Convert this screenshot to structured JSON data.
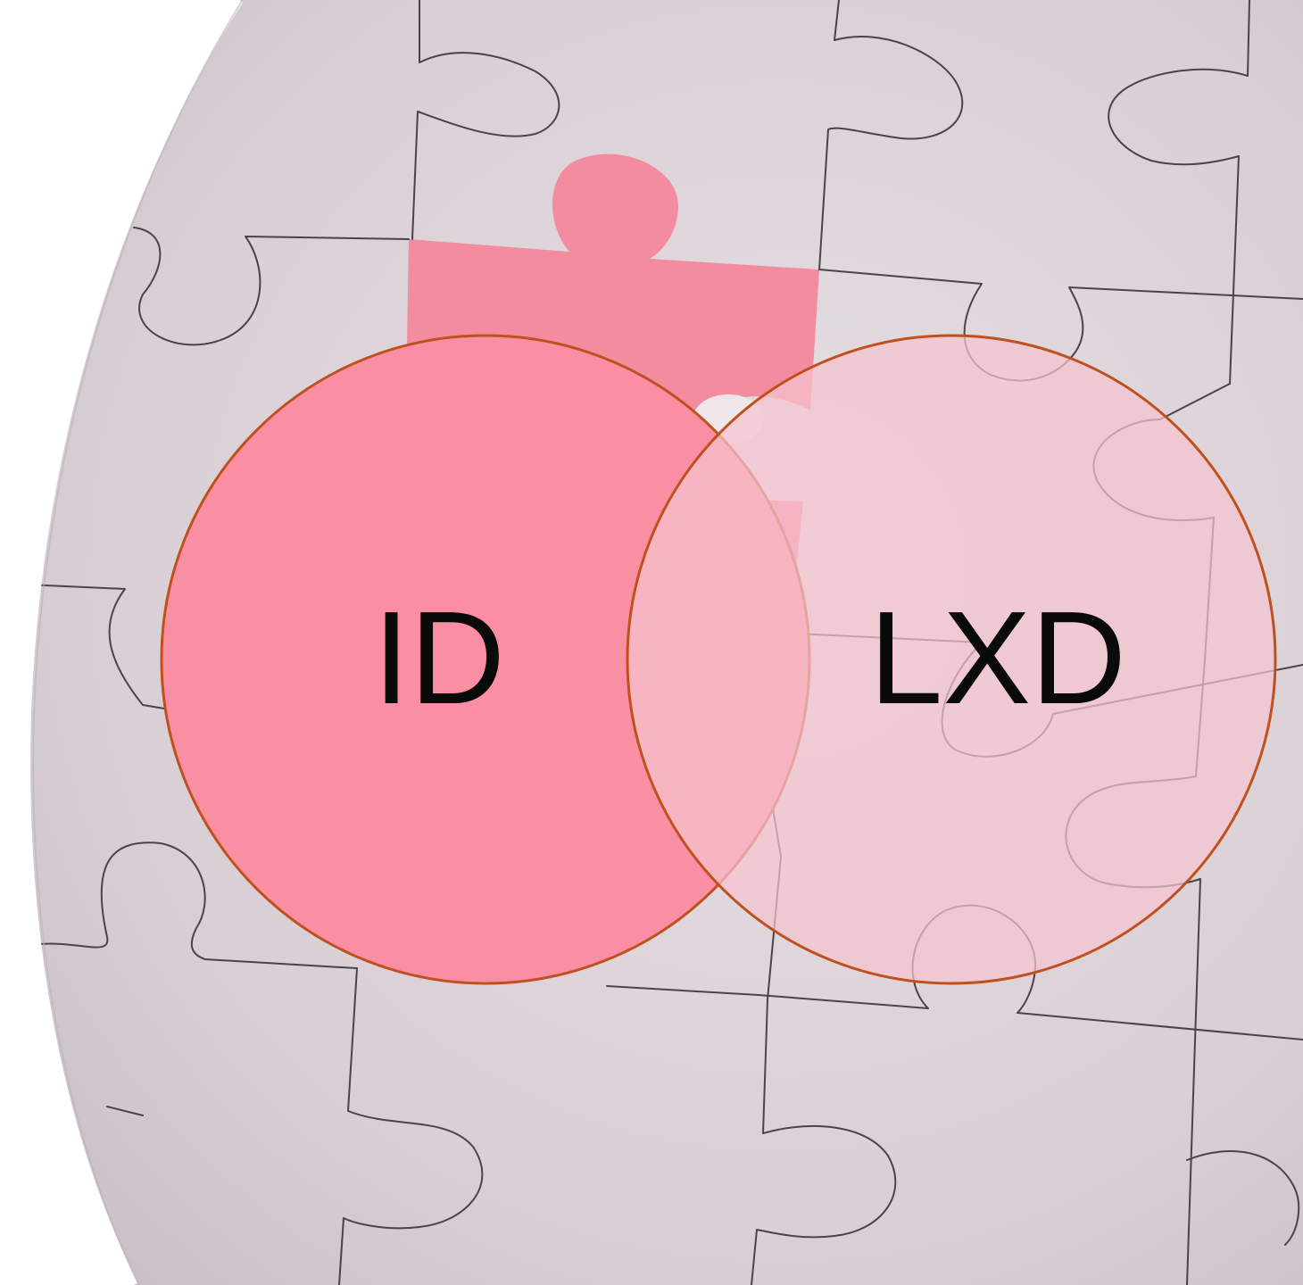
{
  "diagram": {
    "type": "venn",
    "sets": [
      {
        "label": "ID"
      },
      {
        "label": "LXD"
      }
    ]
  },
  "colors": {
    "puzzle_base": "#d9d1d6",
    "puzzle_line": "#4a4448",
    "missing_piece": "#f48ca0",
    "circle_left_fill": "#fa8fa3",
    "circle_right_fill": "#f5c4cf",
    "circle_stroke": "#c0501e",
    "label_text": "#0a0a0a"
  }
}
